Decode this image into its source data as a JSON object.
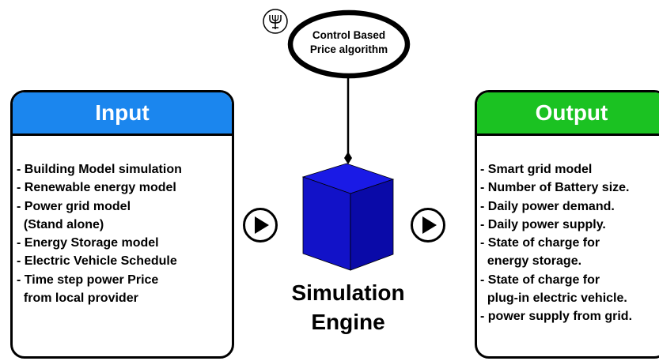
{
  "algorithm": {
    "label_line1": "Control Based",
    "label_line2": "Price algorithm"
  },
  "input": {
    "title": "Input",
    "header_color": "#1b86ee",
    "items": [
      "- Building Model simulation",
      "- Renewable energy model",
      "- Power grid model",
      "  (Stand alone)",
      "- Energy Storage model",
      "- Electric Vehicle Schedule",
      "- Time step power Price",
      "  from local provider"
    ]
  },
  "output": {
    "title": "Output",
    "header_color": "#1bc222",
    "items": [
      "- Smart grid model",
      "- Number of Battery size.",
      "- Daily power demand.",
      "- Daily power supply.",
      "- State of charge for",
      "  energy storage.",
      "- State of charge for",
      "  plug-in electric vehicle.",
      "- power supply from grid."
    ]
  },
  "engine": {
    "label_line1": "Simulation",
    "label_line2": "Engine",
    "cube_color": "#1212c8"
  }
}
